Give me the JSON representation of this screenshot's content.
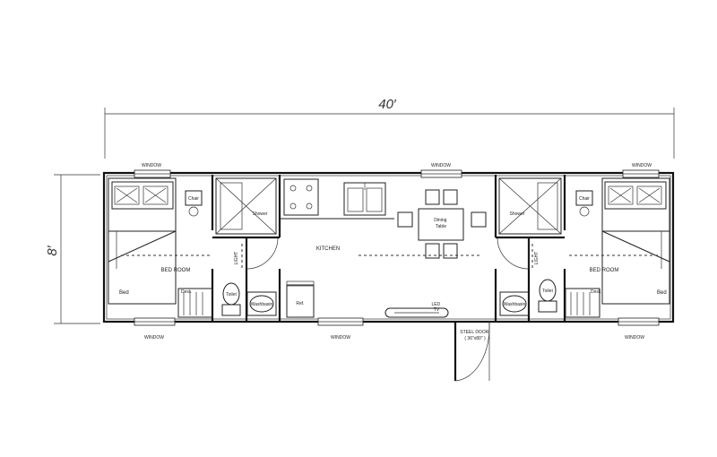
{
  "dimensions": {
    "length": "40′",
    "width": "8′"
  },
  "labels": {
    "window": "WINDOW",
    "chair": "Chair",
    "shower": "Shower",
    "light": "LIGHT",
    "bed_room": "BED ROOM",
    "bed": "Bed",
    "desk": "Desk",
    "toilet": "Toilet",
    "washbasin": "Washbasin",
    "kitchen": "KITCHEN",
    "ref": "Ref.",
    "dining_table": "Dining\nTable",
    "led_tv": "LED\nTV",
    "steel_door": "STEEL DOOR\n( 36\"x80\" )"
  },
  "colors": {
    "line": "#222222",
    "background": "#ffffff"
  }
}
